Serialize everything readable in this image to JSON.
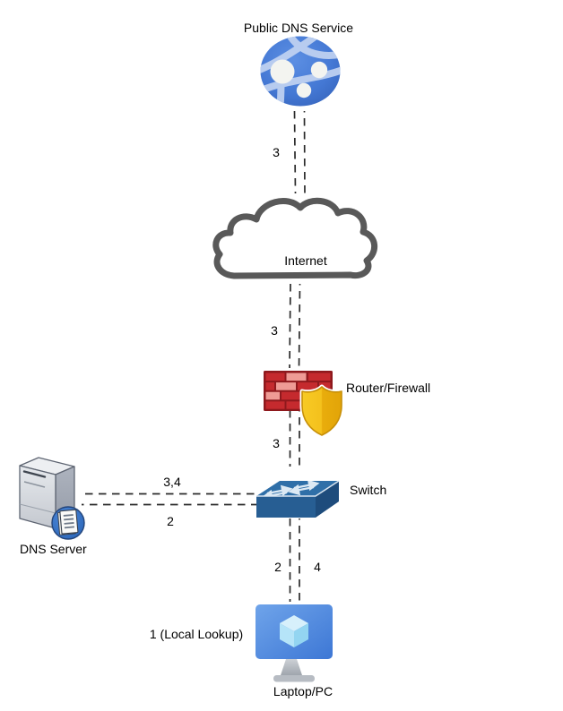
{
  "diagram": {
    "nodes": {
      "public_dns": {
        "label": "Public DNS Service",
        "icon": "globe-network-icon"
      },
      "internet": {
        "label": "Internet",
        "icon": "cloud-icon"
      },
      "router_firewall": {
        "label": "Router/Firewall",
        "icon": "firewall-brick-shield-icon"
      },
      "switch": {
        "label": "Switch",
        "icon": "network-switch-icon"
      },
      "dns_server": {
        "label": "DNS Server",
        "icon": "server-tower-icon"
      },
      "laptop": {
        "label": "Laptop/PC",
        "icon": "monitor-cube-icon"
      }
    },
    "edge_labels": {
      "public_dns_internet": "3",
      "internet_firewall": "3",
      "firewall_switch": "3",
      "dns_switch_upper": "3,4",
      "dns_switch_lower": "2",
      "switch_laptop_left": "2",
      "switch_laptop_right": "4",
      "local_lookup": "1 (Local Lookup)"
    },
    "line_style": "dashed",
    "colors": {
      "globe_blue": "#4377D6",
      "cloud_outline": "#595959",
      "brick_red": "#C52A2E",
      "brick_light": "#EF9B95",
      "mortar_dark_red": "#8E191D",
      "shield_gold": "#F2BB0F",
      "switch_blue": "#2F6FA8",
      "server_gray": "#D9DCE1",
      "server_badge_blue": "#2D6FC4",
      "monitor_blue": "#4A86E0",
      "cube_light_blue": "#B5E4F8",
      "dash_line": "#2B2B2B",
      "text": "#000000"
    }
  }
}
